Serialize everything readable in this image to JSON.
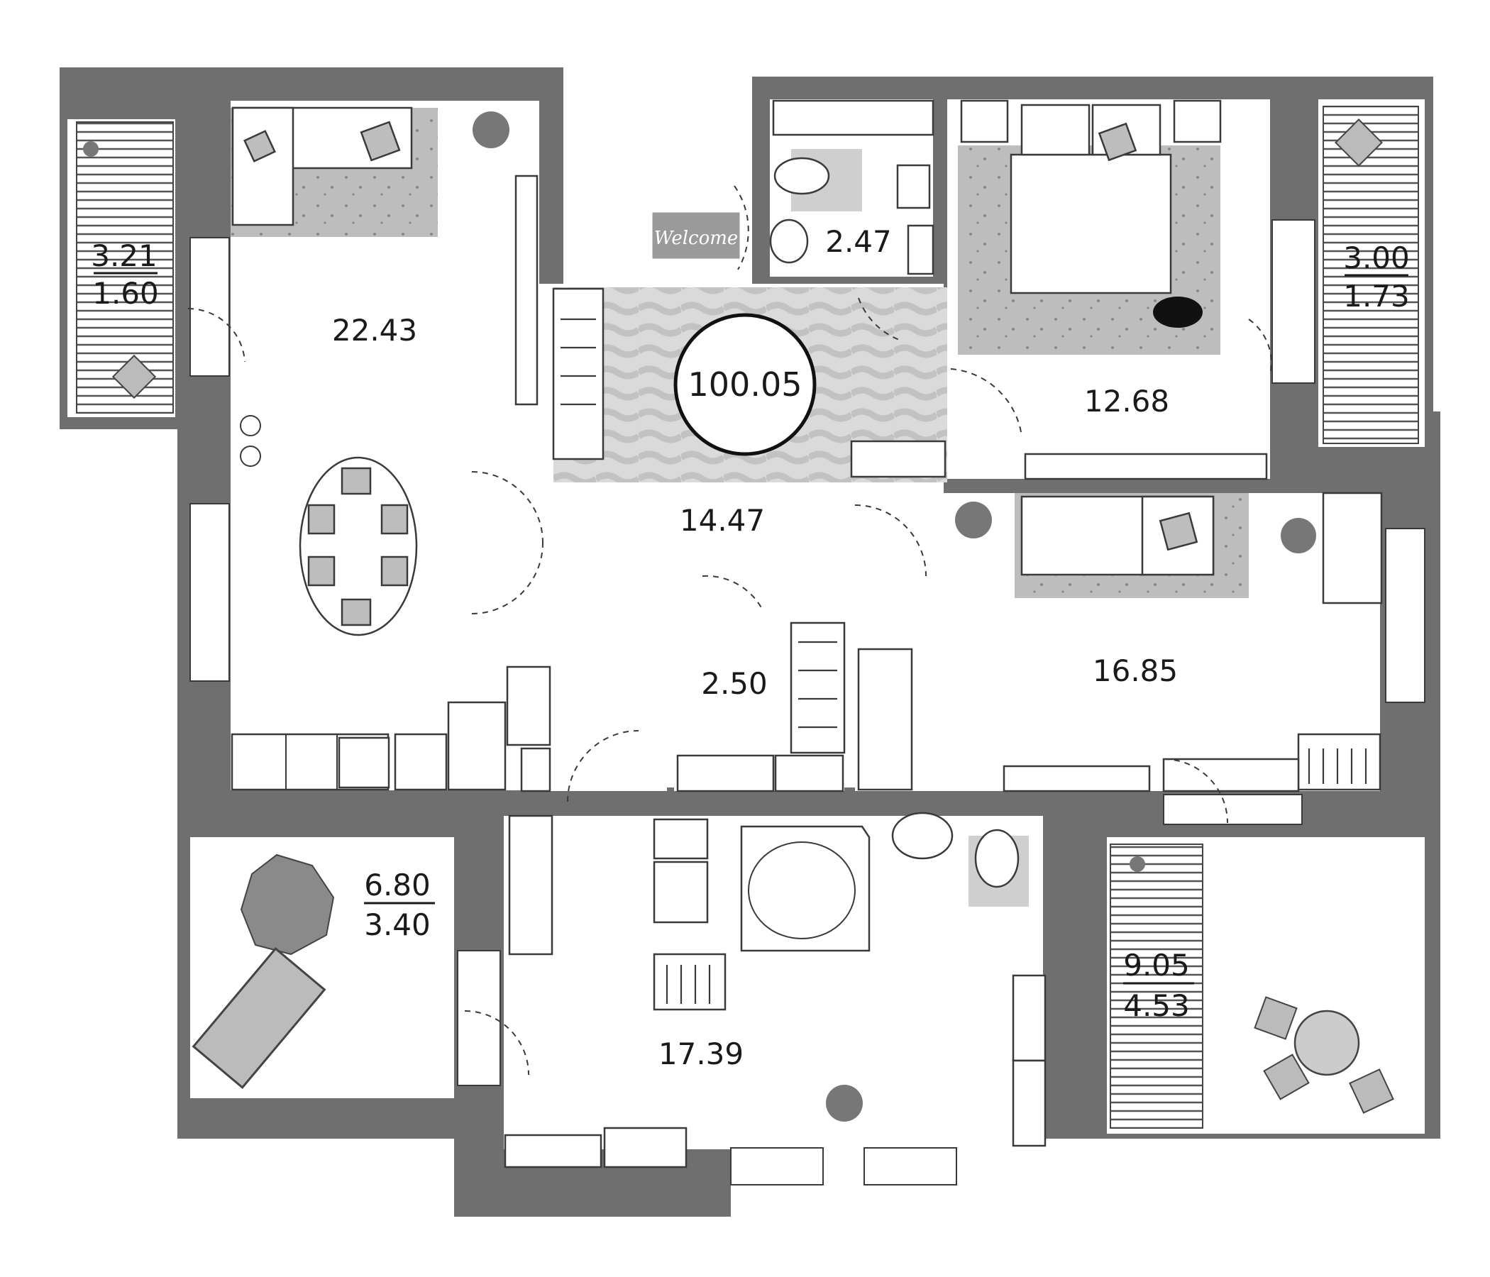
{
  "plan": {
    "total_area": "100.05",
    "welcome_mat": "Welcome",
    "rooms": {
      "living_kitchen": "22.43",
      "hall": "14.47",
      "wc_small": "2.47",
      "storage": "2.50",
      "bedroom_master": "12.68",
      "bedroom_second": "16.85",
      "bathroom": "17.39"
    },
    "balconies": {
      "left_top": {
        "area": "3.21",
        "reduced": "1.60"
      },
      "right_top": {
        "area": "3.00",
        "reduced": "1.73"
      },
      "left_bottom": {
        "area": "6.80",
        "reduced": "3.40"
      },
      "right_bottom": {
        "area": "9.05",
        "reduced": "4.53"
      }
    }
  },
  "colors": {
    "wall": "#6f6f6f",
    "floor": "#ffffff",
    "rug": "#bdbdbd",
    "hall_rug": "#d4d4d4",
    "line": "#3a3a3a"
  }
}
